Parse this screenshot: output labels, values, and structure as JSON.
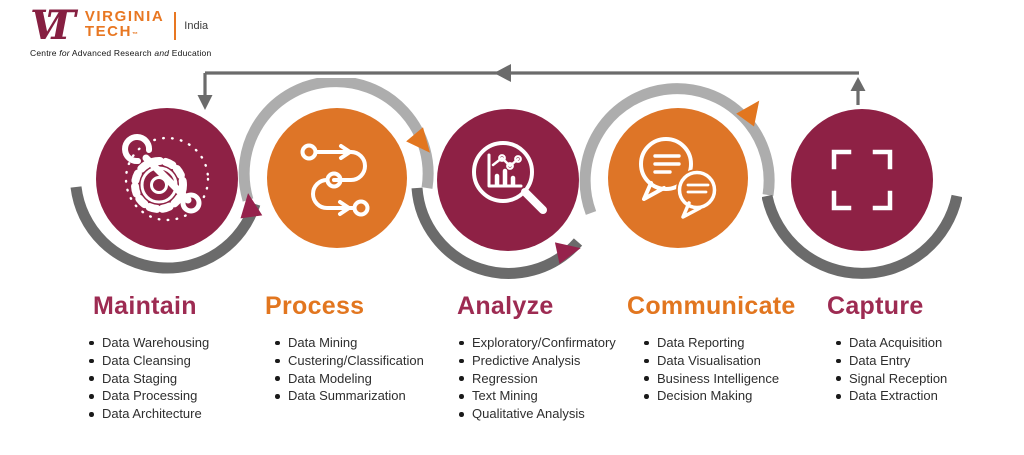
{
  "logo": {
    "vt_mark": "VT",
    "name_line1": "VIRGINIA",
    "name_line2": "TECH",
    "trademark": "™",
    "region": "India",
    "tagline_parts": [
      "Centre ",
      "for",
      " Advanced Research ",
      "and",
      " Education"
    ]
  },
  "colors": {
    "maroon_circle": "#8E2145",
    "orange_circle": "#DE7527",
    "dark_gray_arc": "#6B6B6B",
    "light_gray_arc": "#ADADAD",
    "title_maroon": "#9D2B52",
    "title_orange": "#E2761F",
    "logo_maroon": "#861F41",
    "logo_orange": "#E87722"
  },
  "icons": {
    "stage1": "wrench-gear-icon",
    "stage2": "flow-path-icon",
    "stage3": "magnifier-chart-icon",
    "stage4": "speech-bubbles-icon",
    "stage5": "frame-corners-icon"
  },
  "stages": [
    {
      "title": "Maintain",
      "items": [
        "Data Warehousing",
        "Data Cleansing",
        "Data Staging",
        "Data Processing",
        "Data Architecture"
      ]
    },
    {
      "title": "Process",
      "items": [
        "Data Mining",
        "Custering/Classification",
        "Data Modeling",
        "Data Summarization"
      ]
    },
    {
      "title": "Analyze",
      "items": [
        "Exploratory/Confirmatory",
        "Predictive Analysis",
        "Regression",
        "Text Mining",
        "Qualitative Analysis"
      ]
    },
    {
      "title": "Communicate",
      "items": [
        "Data Reporting",
        "Data Visualisation",
        "Business Intelligence",
        "Decision Making"
      ]
    },
    {
      "title": "Capture",
      "items": [
        "Data Acquisition",
        "Data Entry",
        "Signal Reception",
        "Data Extraction"
      ]
    }
  ]
}
